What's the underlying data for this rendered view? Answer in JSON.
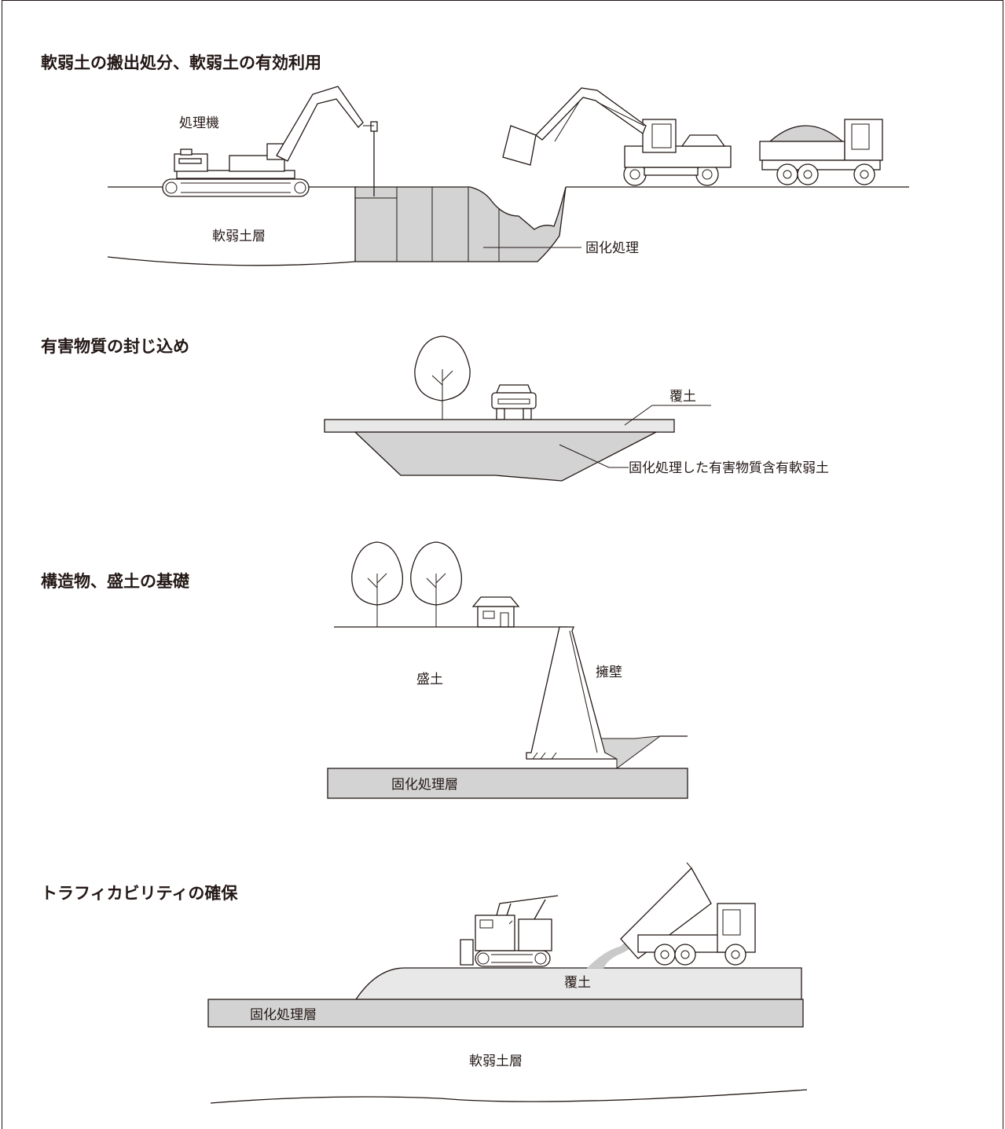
{
  "sections": [
    {
      "title": "軟弱土の搬出処分、軟弱土の有効利用",
      "labels": {
        "machine": "処理機",
        "soft_layer": "軟弱土層",
        "solidified": "固化処理"
      }
    },
    {
      "title": "有害物質の封じ込め",
      "labels": {
        "cover_soil": "覆土",
        "treated_hazard": "固化処理した有害物質含有軟弱土"
      }
    },
    {
      "title": "構造物、盛土の基礎",
      "labels": {
        "embankment": "盛土",
        "retaining_wall": "擁壁",
        "treated_layer": "固化処理層"
      }
    },
    {
      "title": "トラフィカビリティの確保",
      "labels": {
        "cover_soil": "覆土",
        "treated_layer": "固化処理層",
        "soft_layer": "軟弱土層"
      }
    }
  ],
  "colors": {
    "line": "#231815",
    "fill_gray": "#d3d3d3",
    "fill_light": "#e8e8e8"
  }
}
